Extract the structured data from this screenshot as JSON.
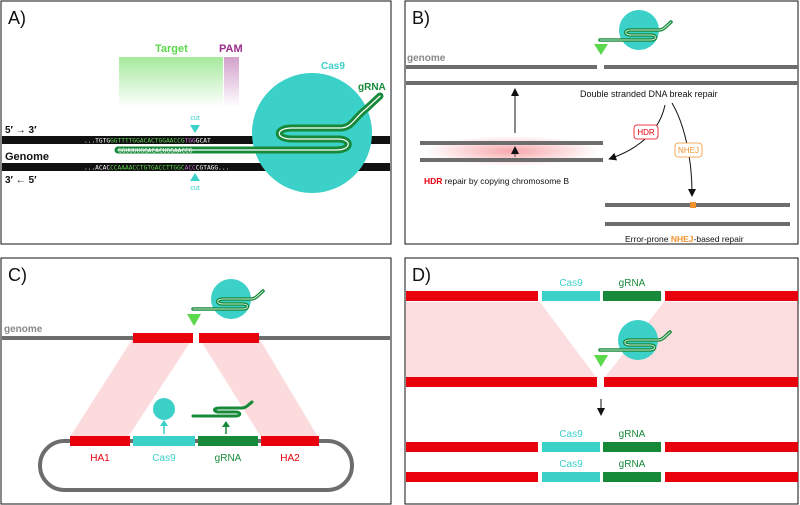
{
  "panels": {
    "a": {
      "letter": "A)",
      "target": "Target",
      "pam": "PAM",
      "cas9": "Cas9",
      "grna": "gRNA",
      "cut_top": "cut",
      "cut_bottom": "cut",
      "strand_top": "5′ → 3′",
      "genome": "Genome",
      "strand_bottom": "3′ ← 5′",
      "seq_top_pre": "...TGTG",
      "seq_top_target": "GGTTTTGGACACTGGAACCG",
      "seq_top_pam": "TGG",
      "seq_top_post": "GCAT",
      "seq_rna": "GGUUUUGGACACUGGAACCG",
      "seq_bot_pre": "...ACAC",
      "seq_bot_target": "CCAAAACCTGTGACCTTGGC",
      "seq_bot_pam": "ACC",
      "seq_bot_post": "CGTAGG..."
    },
    "b": {
      "letter": "B)",
      "genome": "genome",
      "dsb": "Double stranded DNA break repair",
      "hdr_tag": "HDR",
      "nhej_tag": "NHEJ",
      "hdr_caption_hl": "HDR",
      "hdr_caption_rest": " repair by copying chromosome B",
      "nhej_caption_pre": "Error-prone ",
      "nhej_caption_hl": "NHEJ",
      "nhej_caption_post": "-based repair"
    },
    "c": {
      "letter": "C)",
      "genome": "genome",
      "ha1": "HA1",
      "cas9": "Cas9",
      "grna": "gRNA",
      "ha2": "HA2"
    },
    "d": {
      "letter": "D)",
      "cas9_top": "Cas9",
      "grna_top": "gRNA",
      "cas9_mid": "Cas9",
      "grna_mid": "gRNA",
      "cas9_bot": "Cas9",
      "grna_bot": "gRNA"
    }
  },
  "colors": {
    "red": "#e8000d",
    "teal": "#3bd0c8",
    "green": "#178a3a",
    "light_green": "#5cd84c",
    "purple": "#9b2d8c",
    "orange": "#f0922d",
    "gray": "#6d6d6d",
    "black": "#111111"
  }
}
